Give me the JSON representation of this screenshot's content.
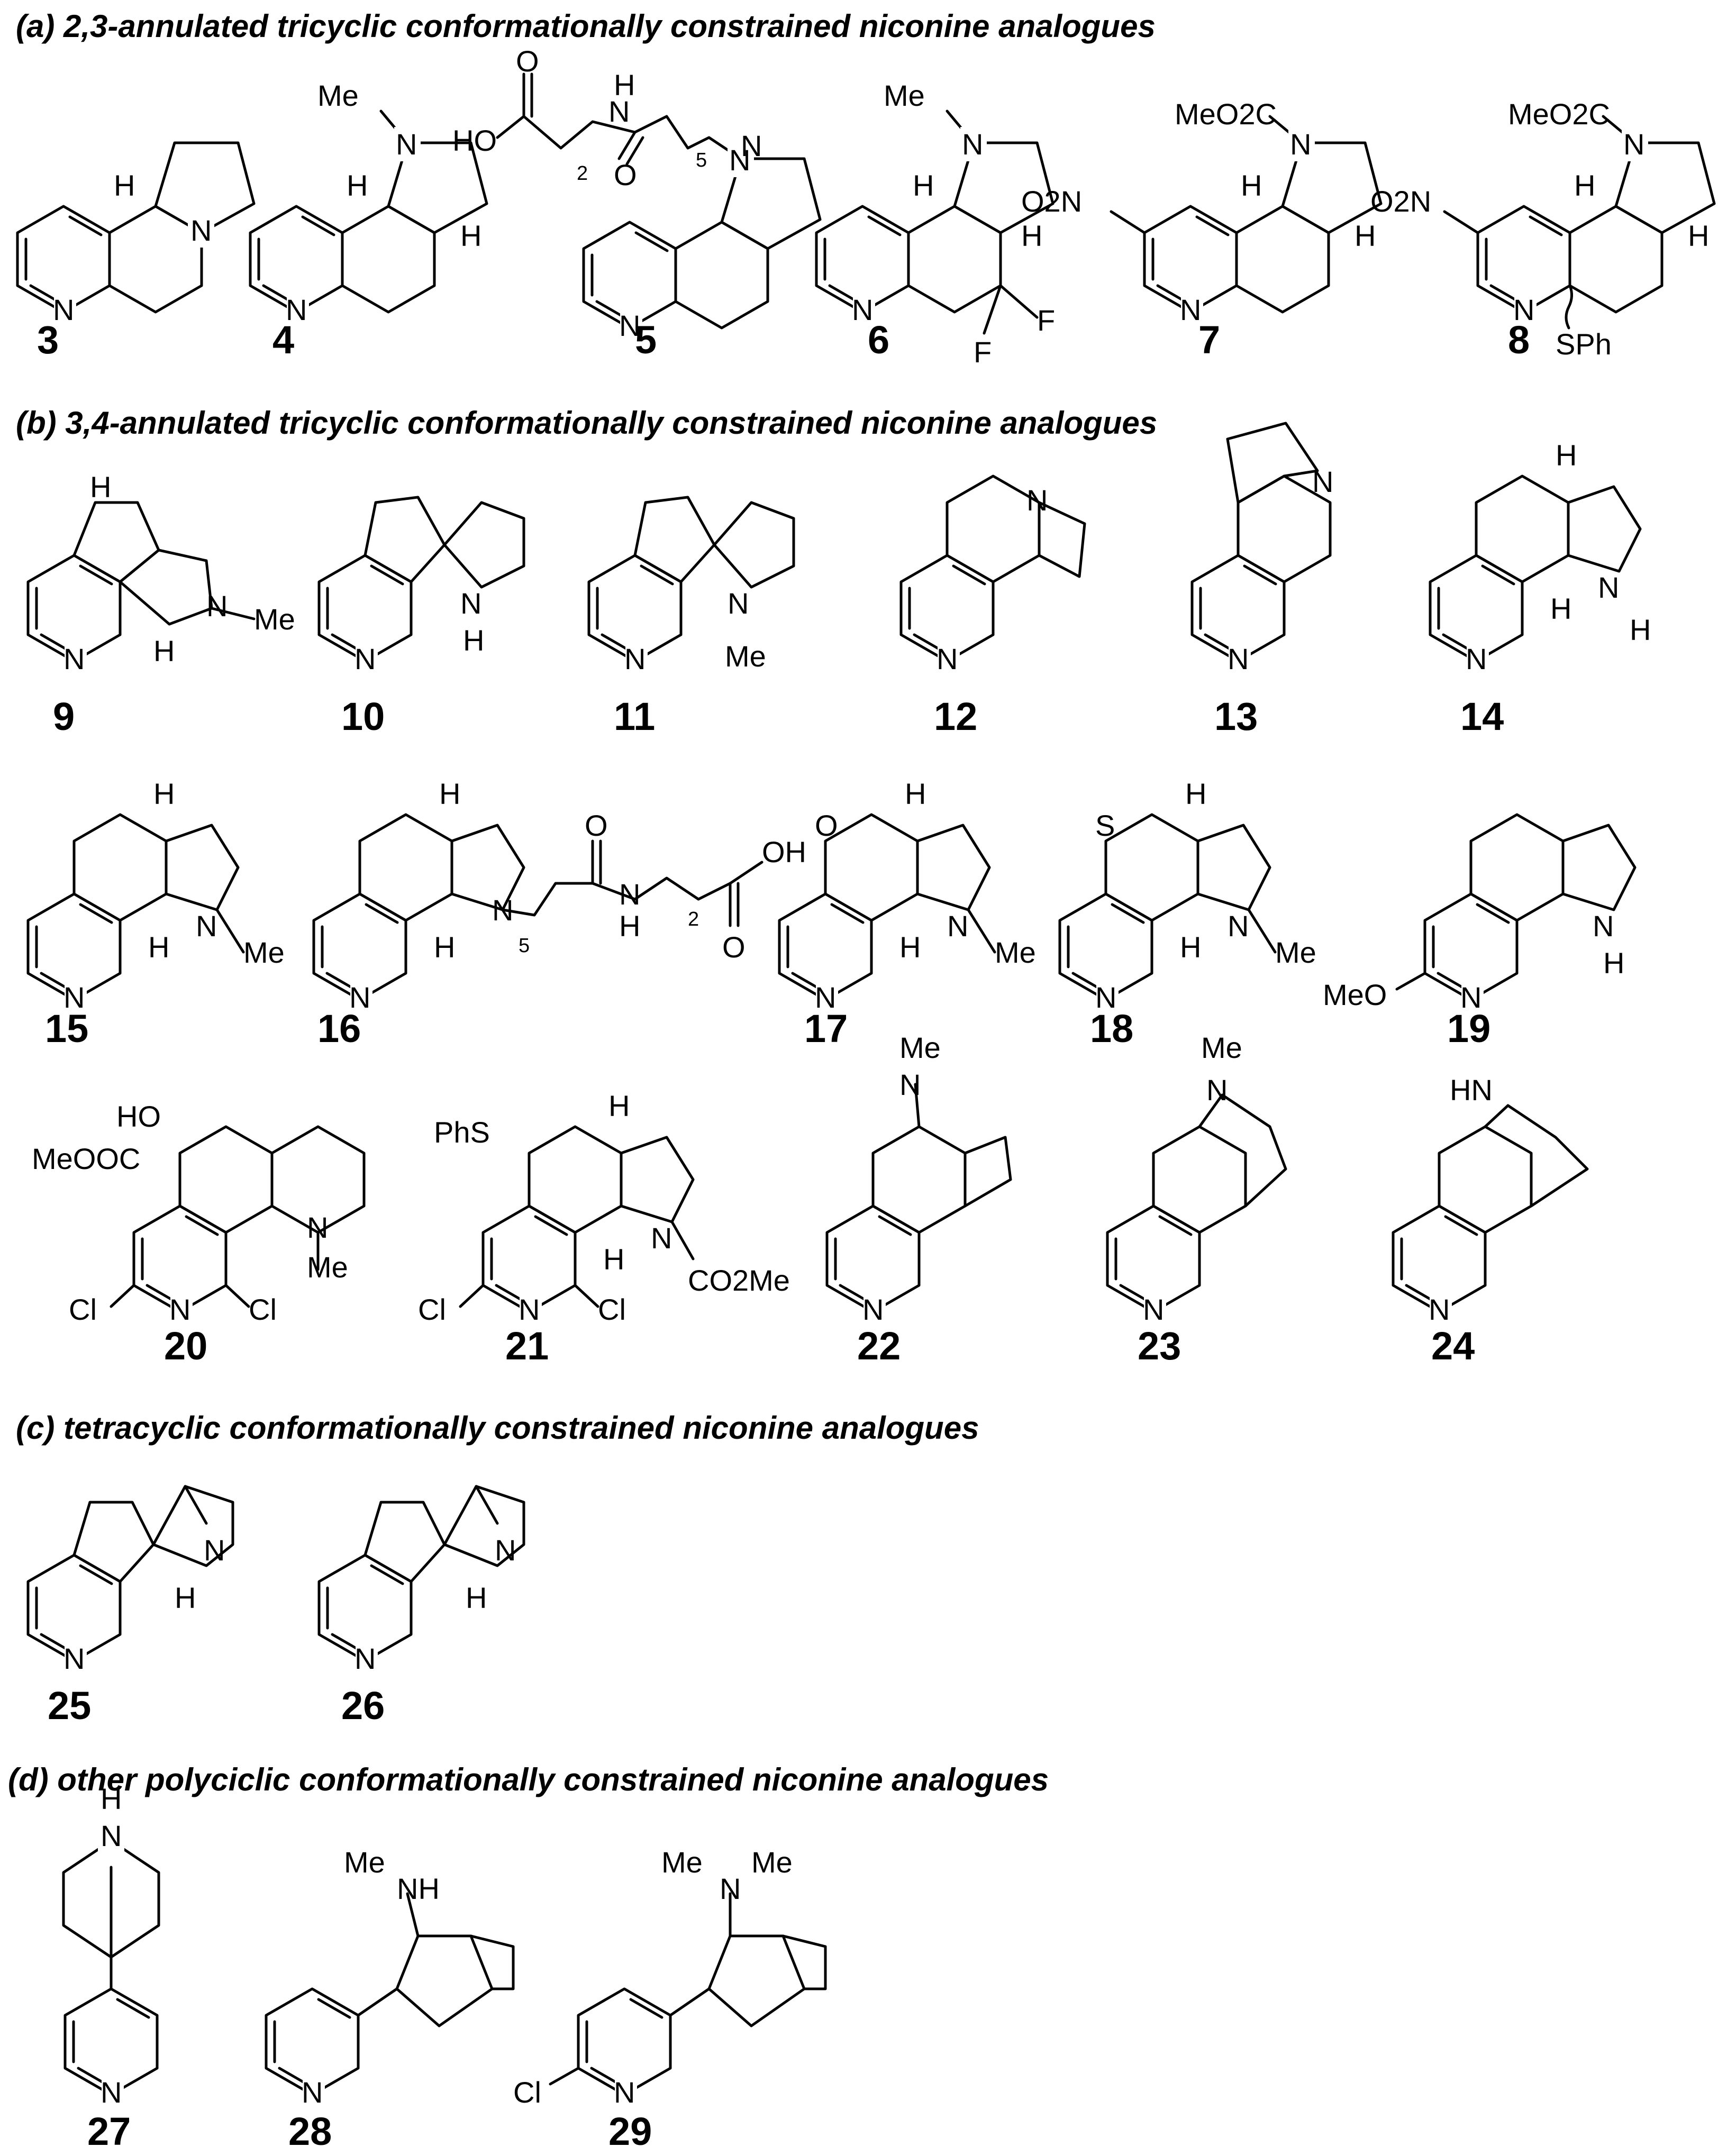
{
  "sections": [
    {
      "heading": "(a) 2,3-annulated tricyclic conformationally constrained niconine analogues",
      "compounds": [
        {
          "number": "3",
          "labels": [
            "H",
            "N",
            "N"
          ]
        },
        {
          "number": "4",
          "labels": [
            "Me",
            "N",
            "H",
            "H",
            "N"
          ]
        },
        {
          "number": "5",
          "labels": [
            "O",
            "HO",
            "2",
            "H",
            "N",
            "O",
            "5",
            "N",
            "N"
          ]
        },
        {
          "number": "6",
          "labels": [
            "Me",
            "N",
            "H",
            "H",
            "N",
            "F",
            "F"
          ]
        },
        {
          "number": "7",
          "labels": [
            "MeO2C",
            "N",
            "O2N",
            "H",
            "H",
            "N"
          ]
        },
        {
          "number": "8",
          "labels": [
            "MeO2C",
            "N",
            "O2N",
            "H",
            "H",
            "N",
            "SPh"
          ]
        }
      ]
    },
    {
      "heading": "(b) 3,4-annulated tricyclic conformationally constrained niconine analogues",
      "compounds": [
        {
          "number": "9",
          "labels": [
            "H",
            "N",
            "Me",
            "H",
            "N"
          ]
        },
        {
          "number": "10",
          "labels": [
            "N",
            "H",
            "N"
          ]
        },
        {
          "number": "11",
          "labels": [
            "N",
            "Me",
            "N"
          ]
        },
        {
          "number": "12",
          "labels": [
            "N",
            "N"
          ]
        },
        {
          "number": "13",
          "labels": [
            "N",
            "N"
          ]
        },
        {
          "number": "14",
          "labels": [
            "H",
            "N",
            "H",
            "H",
            "N"
          ]
        },
        {
          "number": "15",
          "labels": [
            "H",
            "N",
            "H",
            "Me",
            "N"
          ]
        },
        {
          "number": "16",
          "labels": [
            "H",
            "N",
            "H",
            "5",
            "O",
            "N",
            "H",
            "2",
            "OH",
            "O",
            "N"
          ]
        },
        {
          "number": "17",
          "labels": [
            "O",
            "H",
            "N",
            "H",
            "Me",
            "N"
          ]
        },
        {
          "number": "18",
          "labels": [
            "S",
            "H",
            "N",
            "H",
            "Me",
            "N"
          ]
        },
        {
          "number": "19",
          "labels": [
            "N",
            "H",
            "MeO",
            "N"
          ]
        },
        {
          "number": "20",
          "labels": [
            "HO",
            "MeOOC",
            "N",
            "Me",
            "Cl",
            "N",
            "Cl"
          ]
        },
        {
          "number": "21",
          "labels": [
            "PhS",
            "H",
            "N",
            "H",
            "CO2Me",
            "Cl",
            "N",
            "Cl"
          ]
        },
        {
          "number": "22",
          "labels": [
            "Me",
            "N",
            "N"
          ]
        },
        {
          "number": "23",
          "labels": [
            "Me",
            "N",
            "N"
          ]
        },
        {
          "number": "24",
          "labels": [
            "HN",
            "N"
          ]
        }
      ]
    },
    {
      "heading": "(c) tetracyclic conformationally constrained niconine analogues",
      "compounds": [
        {
          "number": "25",
          "labels": [
            "N",
            "H",
            "N"
          ]
        },
        {
          "number": "26",
          "labels": [
            "N",
            "H",
            "N"
          ]
        }
      ]
    },
    {
      "heading": "(d) other polyciclic conformationally constrained niconine analogues",
      "compounds": [
        {
          "number": "27",
          "labels": [
            "H",
            "N",
            "N"
          ]
        },
        {
          "number": "28",
          "labels": [
            "Me",
            "NH",
            "N"
          ]
        },
        {
          "number": "29",
          "labels": [
            "Me",
            "N",
            "Me",
            "Cl",
            "N"
          ]
        }
      ]
    }
  ]
}
